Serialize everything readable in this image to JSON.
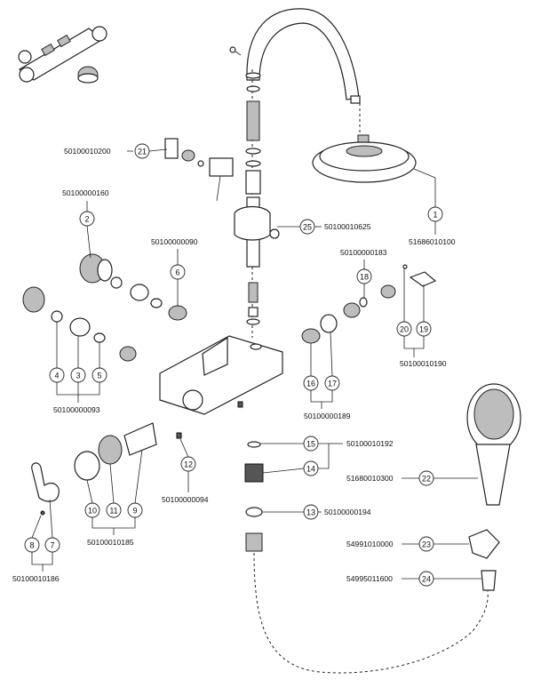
{
  "callouts": [
    {
      "id": "c21",
      "number": "21",
      "code": "50100010200"
    },
    {
      "id": "c2",
      "number": "2",
      "code": "50100000160"
    },
    {
      "id": "c6",
      "number": "6",
      "code": "50100000090"
    },
    {
      "id": "c25",
      "number": "25",
      "code": "50100010625"
    },
    {
      "id": "c1",
      "number": "1",
      "code": "51686010100"
    },
    {
      "id": "c18",
      "number": "18",
      "code": "50100000183"
    },
    {
      "id": "c20",
      "number": "20"
    },
    {
      "id": "c19",
      "number": "19"
    },
    {
      "id": "c4",
      "number": "4"
    },
    {
      "id": "c3",
      "number": "3"
    },
    {
      "id": "c5",
      "number": "5"
    },
    {
      "id": "c16",
      "number": "16"
    },
    {
      "id": "c17",
      "number": "17"
    },
    {
      "id": "c12",
      "number": "12",
      "code": "50100000094"
    },
    {
      "id": "c15",
      "number": "15"
    },
    {
      "id": "c14",
      "number": "14"
    },
    {
      "id": "c22",
      "number": "22",
      "code": "51680010300"
    },
    {
      "id": "c10",
      "number": "10"
    },
    {
      "id": "c11",
      "number": "11"
    },
    {
      "id": "c9",
      "number": "9"
    },
    {
      "id": "c13",
      "number": "13",
      "code": "50100000194"
    },
    {
      "id": "c23",
      "number": "23",
      "code": "54991010000"
    },
    {
      "id": "c8",
      "number": "8"
    },
    {
      "id": "c7",
      "number": "7"
    },
    {
      "id": "c24",
      "number": "24",
      "code": "54995011600"
    }
  ],
  "group_codes": {
    "g19_20": "50100010190",
    "g3_5": "50100000093",
    "g16_17": "50100000189",
    "g14_15": "50100010192",
    "g9_11": "50100010185",
    "g7_8": "50100010186"
  }
}
